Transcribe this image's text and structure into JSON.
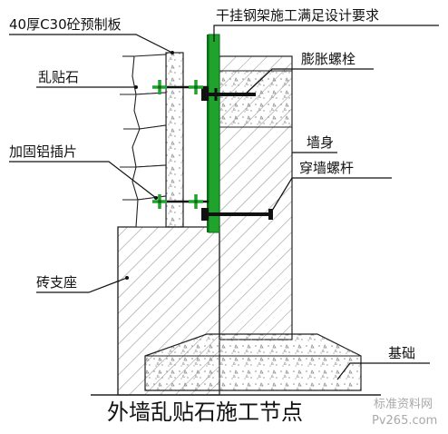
{
  "labels": {
    "precast_panel": "40厚C30砼预制板",
    "hanger_frame": "干挂钢架施工满足设计要求",
    "expansion_bolt": "膨胀螺栓",
    "random_stone": "乱贴石",
    "wall_body": "墙身",
    "through_bolt": "穿墙螺杆",
    "aluminum_insert": "加固铝插片",
    "brick_support": "砖支座",
    "foundation": "基础"
  },
  "title": "外墙乱贴石施工节点",
  "watermark": {
    "line1": "标准资料网",
    "line2": "Pv265.com"
  },
  "colors": {
    "steel": "#1fa32c",
    "steel_dark": "#0d6e18",
    "line": "#222222",
    "hatch": "#7a7a7a"
  }
}
